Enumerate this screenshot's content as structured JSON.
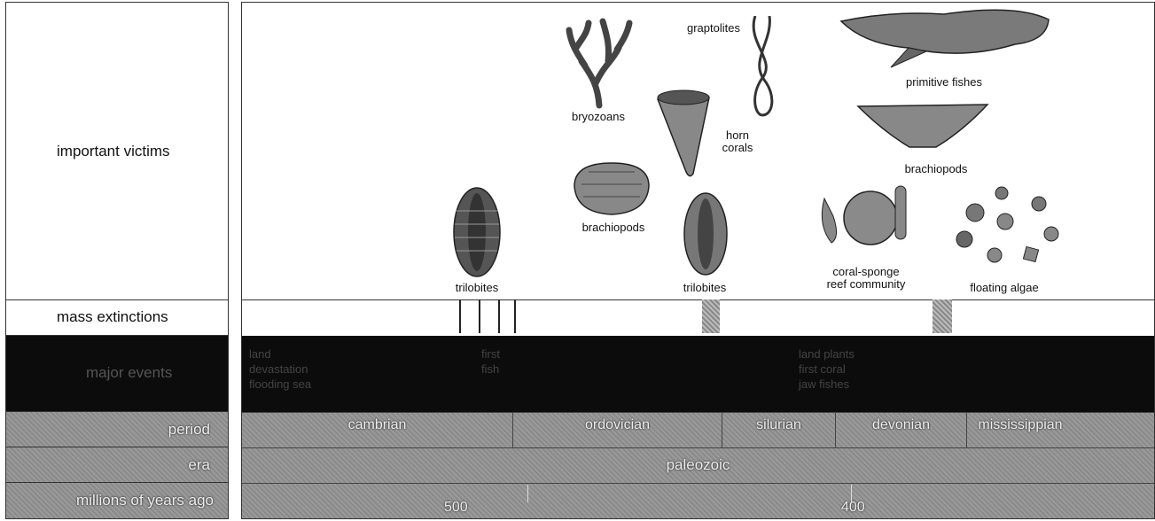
{
  "left_labels": {
    "victims": "important victims",
    "extinctions": "mass extinctions",
    "events": "major events",
    "period": "period",
    "era": "era",
    "mya": "millions of years ago"
  },
  "victims": [
    {
      "label": "trilobites"
    },
    {
      "label": "bryozoans"
    },
    {
      "label": "brachiopods"
    },
    {
      "label": "horn\ncorals"
    },
    {
      "label": "graptolites"
    },
    {
      "label": "trilobites"
    },
    {
      "label": "primitive fishes"
    },
    {
      "label": "brachiopods"
    },
    {
      "label": "coral-sponge\nreef community"
    },
    {
      "label": "floating algae"
    }
  ],
  "events": [
    {
      "text": "land\ndevastation\nflooding sea"
    },
    {
      "text": "first\nfish"
    },
    {
      "text": "land plants\nfirst coral\njaw fishes"
    }
  ],
  "periods": [
    "cambrian",
    "ordovician",
    "silurian",
    "devonian",
    "mississippian"
  ],
  "era": "paleozoic",
  "mya_ticks": [
    "500",
    "400"
  ],
  "colors": {
    "dark_band": "#0c0c0c",
    "gray_band": "#8f8f8f",
    "border": "#333333"
  }
}
